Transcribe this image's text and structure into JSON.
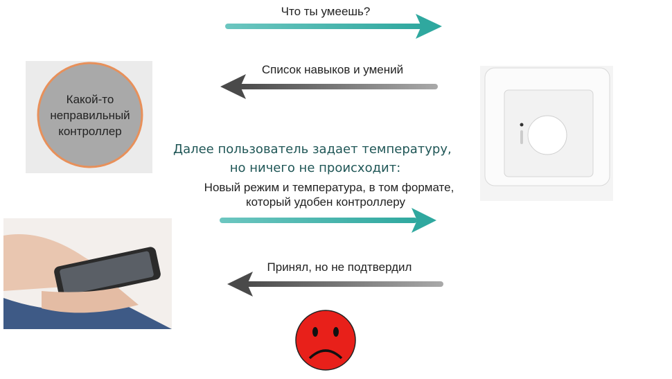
{
  "messages": {
    "ask": "Что ты умеешь?",
    "skills": "Список навыков и умений",
    "note_line1": "Далее пользователь задает температуру,",
    "note_line2": "но ничего не происходит:",
    "command_line1": "Новый режим  и  температура, в том формате,",
    "command_line2": "который удобен контроллеру",
    "ack": "Принял, но не подтвердил"
  },
  "controller": {
    "label_line1": "Какой-то",
    "label_line2": "неправильный",
    "label_line3": "контроллер"
  },
  "colors": {
    "teal": "#3bb3aa",
    "gray_arrow": "#555555",
    "sad": "#e8201a",
    "circle_border": "#e8905a"
  }
}
